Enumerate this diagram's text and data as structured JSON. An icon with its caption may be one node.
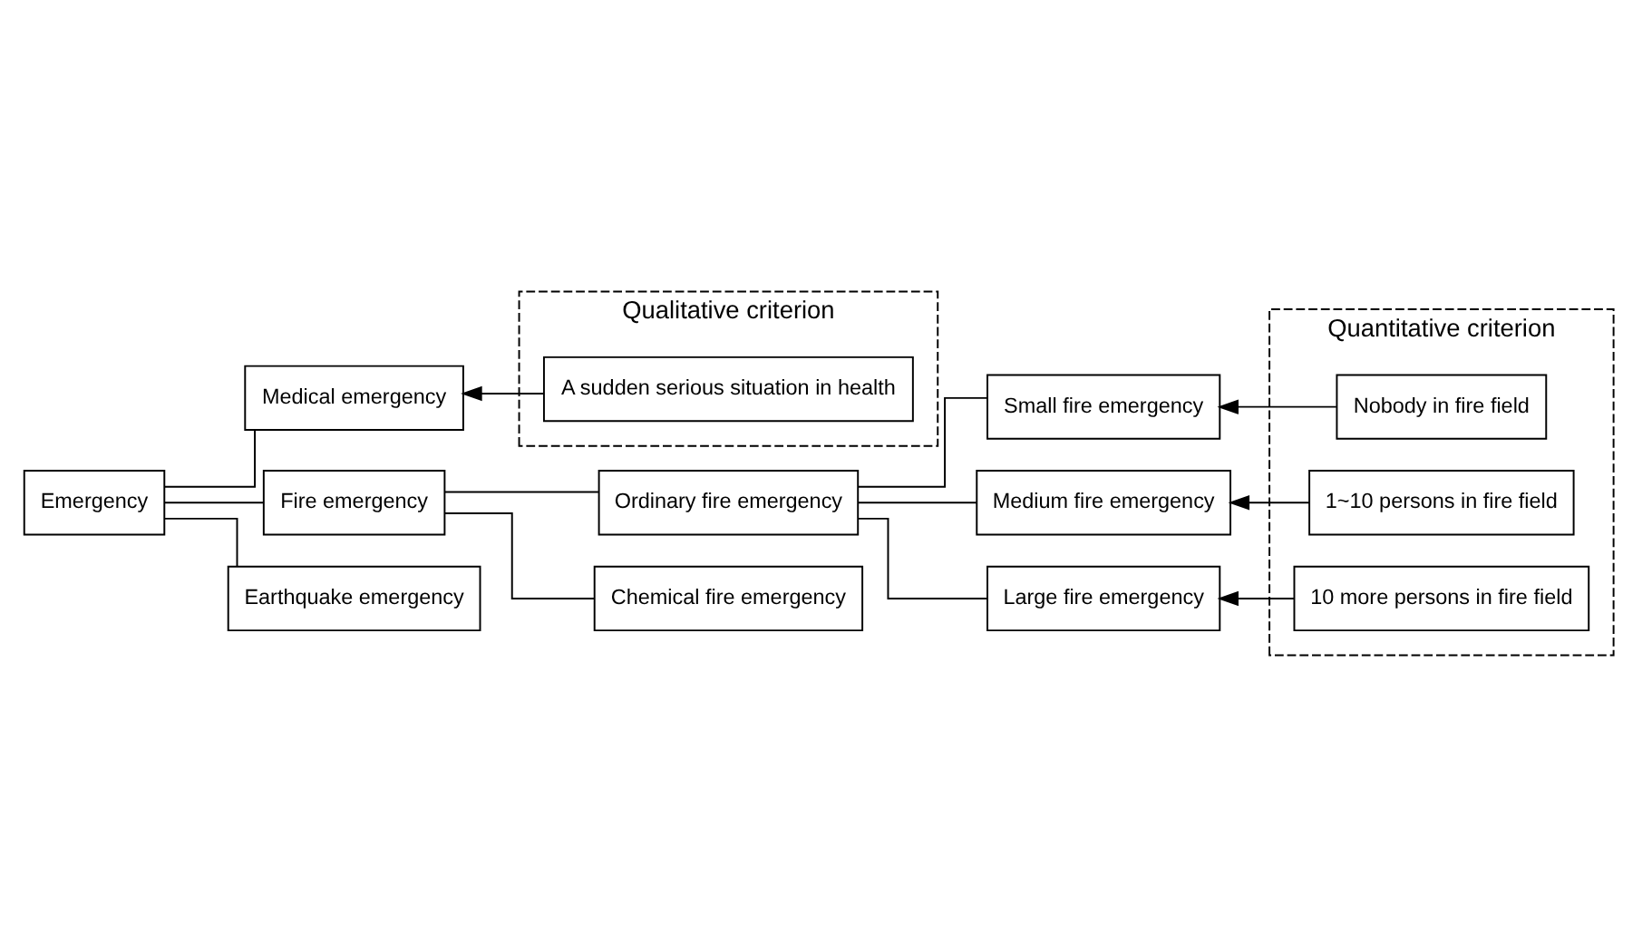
{
  "diagram": {
    "nodes": [
      {
        "text": [
          "Emergency"
        ]
      },
      {
        "text": [
          "Medical emergency"
        ]
      },
      {
        "text": [
          "Fire emergency"
        ]
      },
      {
        "text": [
          "Ordinary fire emergency"
        ]
      },
      {
        "text": [
          "Small fire emergency"
        ]
      },
      {
        "text": [
          "Medium fire emergency"
        ]
      },
      {
        "text": [
          "Large fire emergency"
        ]
      },
      {
        "text": [
          "Chemical fire emergency"
        ]
      },
      {
        "text": [
          "Earthquake emergency"
        ]
      },
      {
        "text": [
          "Qualitative criterion"
        ]
      },
      {
        "text": [
          "A sudden serious situation in health"
        ],
        "in": 9
      },
      {
        "text": [
          "Quantitative criterion"
        ]
      },
      {
        "text": [
          "Nobody in fire field"
        ],
        "in": 11
      },
      {
        "text": [
          "1~10 persons in fire field"
        ],
        "in": 11
      },
      {
        "text": [
          "10 more persons in fire field"
        ],
        "in": 11
      }
    ],
    "edges": [
      {
        "from": 0,
        "to": 1,
        "arrow": "none"
      },
      {
        "from": 0,
        "to": 2,
        "arrow": "none"
      },
      {
        "from": 0,
        "to": 8,
        "arrow": "none"
      },
      {
        "from": 2,
        "to": 3,
        "arrow": "none"
      },
      {
        "from": 2,
        "to": 7,
        "arrow": "none"
      },
      {
        "from": 3,
        "to": 4,
        "arrow": "none"
      },
      {
        "from": 3,
        "to": 5,
        "arrow": "none"
      },
      {
        "from": 3,
        "to": 6,
        "arrow": "none"
      },
      {
        "from": 10,
        "to": 1,
        "arrow": "to"
      },
      {
        "from": 12,
        "to": 4,
        "arrow": "to"
      },
      {
        "from": 13,
        "to": 5,
        "arrow": "to"
      },
      {
        "from": 14,
        "to": 6,
        "arrow": "to"
      }
    ]
  }
}
